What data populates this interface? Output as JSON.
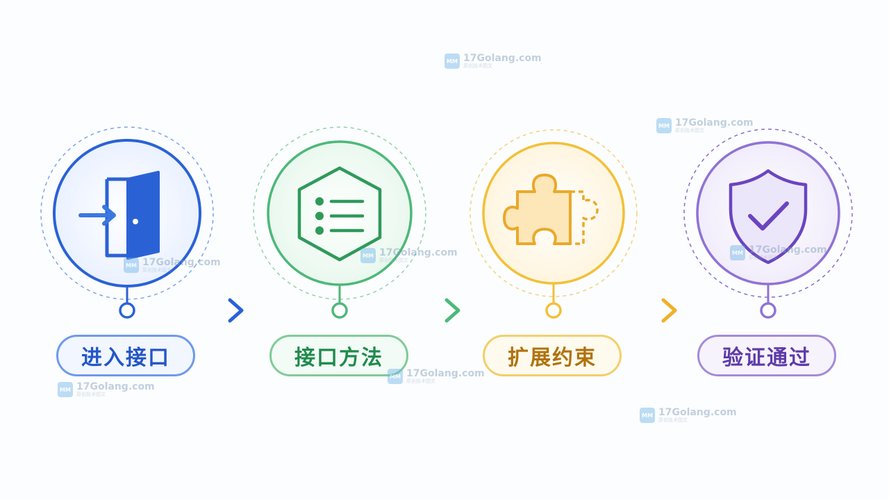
{
  "steps": [
    {
      "label": "进入接口",
      "icon": "door-enter-icon",
      "color": "#2a62d6"
    },
    {
      "label": "接口方法",
      "icon": "hexagon-list-icon",
      "color": "#2e9a5a"
    },
    {
      "label": "扩展约束",
      "icon": "puzzle-piece-icon",
      "color": "#e9a92a"
    },
    {
      "label": "验证通过",
      "icon": "shield-check-icon",
      "color": "#6a45c0"
    }
  ],
  "watermark": {
    "text": "17Golang.com",
    "sub": "原创技术图文"
  }
}
